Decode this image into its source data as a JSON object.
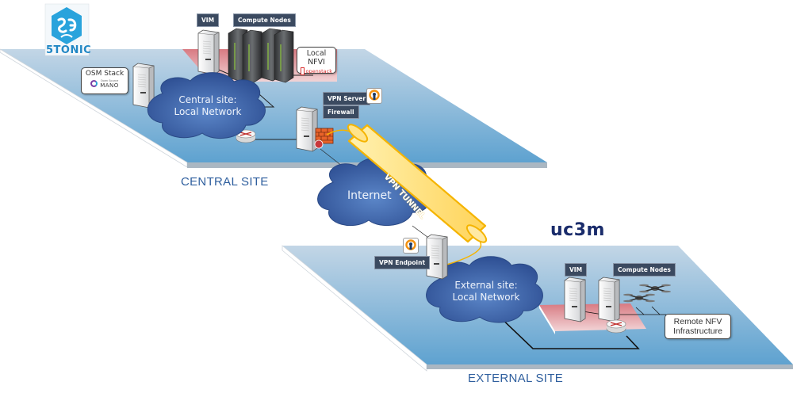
{
  "logos": {
    "left": {
      "text": "5TONIC",
      "icon": "5g-logo-icon"
    },
    "right": {
      "text": "uc3m"
    }
  },
  "central_site": {
    "title": "CENTRAL SITE",
    "cloud": {
      "line1": "Central site:",
      "line2": "Local Network"
    },
    "osm": {
      "label": "OSM Stack",
      "sublabel_small": "Open Source",
      "sublabel": "MANO"
    },
    "vim_label": "VIM",
    "compute_label": "Compute Nodes",
    "nfvi": {
      "label": "Local NFVI",
      "brand": "openstack"
    },
    "vpn_server_label": "VPN Server",
    "firewall_label": "Firewall"
  },
  "internet": {
    "label": "Internet"
  },
  "tunnel": {
    "label": "VPN TUNNEL"
  },
  "external_site": {
    "title": "EXTERNAL SITE",
    "cloud": {
      "line1": "External site:",
      "line2": "Local Network"
    },
    "vpn_endpoint_label": "VPN Endpoint",
    "vim_label": "VIM",
    "compute_label": "Compute Nodes",
    "nfv": {
      "line1": "Remote NFV",
      "line2": "Infrastructure"
    }
  },
  "colors": {
    "plane_top": "#b5cde0",
    "plane_bottom": "#6aa9d3",
    "nfvi_pink": "#d9868c",
    "cloud_blue": "#3a62a6",
    "tunnel_yellow": "#ffe07a",
    "tunnel_border": "#f5b400",
    "label_dark": "#3b4a60",
    "uc3m_blue": "#1a2c6b",
    "tonic_blue": "#29a3dc"
  }
}
